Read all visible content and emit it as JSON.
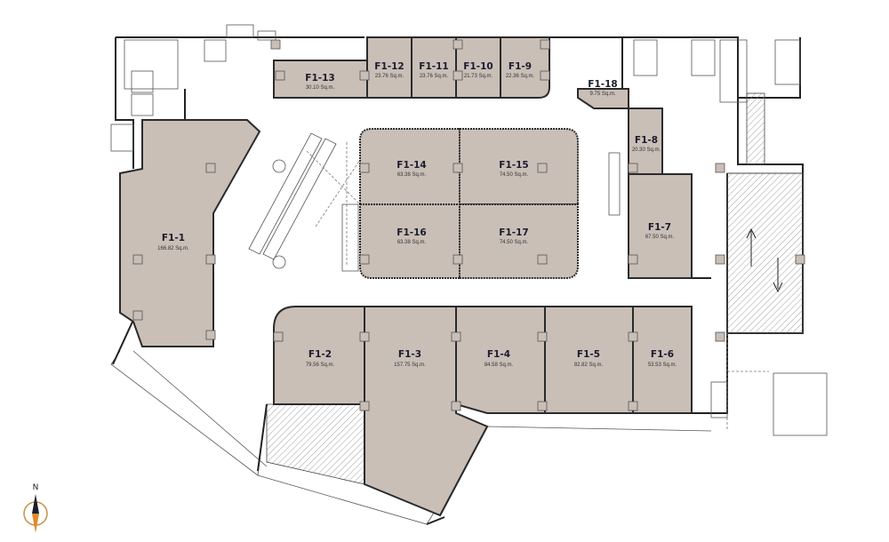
{
  "units": [
    {
      "id": "F1-1",
      "area": "166.82 Sq.m."
    },
    {
      "id": "F1-2",
      "area": "79.56 Sq.m."
    },
    {
      "id": "F1-3",
      "area": "157.75 Sq.m."
    },
    {
      "id": "F1-4",
      "area": "84.58 Sq.m."
    },
    {
      "id": "F1-5",
      "area": "82.82 Sq.m."
    },
    {
      "id": "F1-6",
      "area": "53.53 Sq.m."
    },
    {
      "id": "F1-7",
      "area": "67.50 Sq.m."
    },
    {
      "id": "F1-8",
      "area": "20.30 Sq.m."
    },
    {
      "id": "F1-9",
      "area": "22.36 Sq.m."
    },
    {
      "id": "F1-10",
      "area": "21.73 Sq.m."
    },
    {
      "id": "F1-11",
      "area": "23.76 Sq.m."
    },
    {
      "id": "F1-12",
      "area": "23.76 Sq.m."
    },
    {
      "id": "F1-13",
      "area": "30.10 Sq.m."
    },
    {
      "id": "F1-14",
      "area": "63.38 Sq.m."
    },
    {
      "id": "F1-15",
      "area": "74.50 Sq.m."
    },
    {
      "id": "F1-16",
      "area": "63.38 Sq.m."
    },
    {
      "id": "F1-17",
      "area": "74.50 Sq.m."
    },
    {
      "id": "F1-18",
      "area": "9.75 Sq.m."
    }
  ],
  "compass": {
    "label": "N"
  },
  "colors": {
    "unit_fill": "#c9bfb7",
    "wall": "#2b2b2b",
    "label": "#1c1c2e"
  }
}
